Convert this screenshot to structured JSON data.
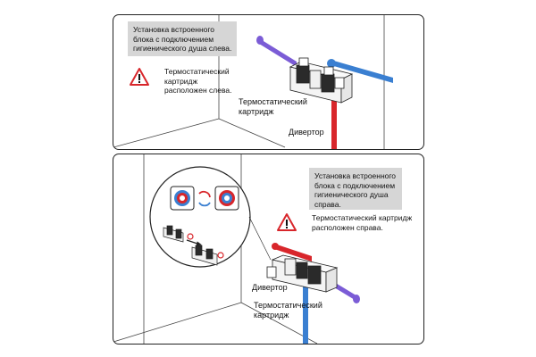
{
  "top_panel": {
    "note": [
      "Установка встроенного",
      "блока с подключением",
      "гигиенического душа слева."
    ],
    "warning": [
      "Термостатический",
      "картридж",
      "расположен слева."
    ],
    "label_cartridge": [
      "Термостатический",
      "картридж"
    ],
    "label_diverter": "Дивертор"
  },
  "bottom_panel": {
    "note": [
      "Установка встроенного",
      "блока с подключением",
      "гигиенического душа",
      "справа."
    ],
    "warning": [
      "Термостатический картридж",
      "расположен справа."
    ],
    "label_diverter": "Дивертор",
    "label_cartridge": [
      "Термостатический",
      "картридж"
    ]
  },
  "colors": {
    "hot": "#d8262b",
    "cold": "#3a7fd1",
    "shower": "#7b5cd6",
    "warning": "#d8262b"
  },
  "icons": [
    "warning-triangle-icon",
    "rotate-arrows-icon"
  ]
}
